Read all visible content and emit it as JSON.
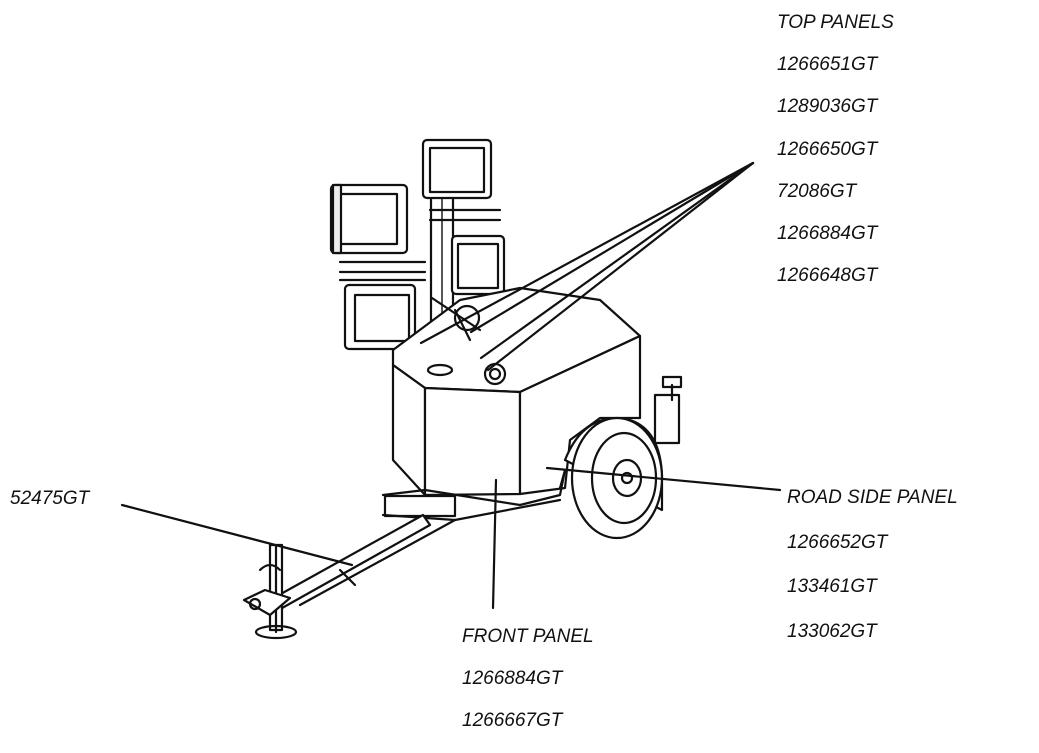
{
  "callouts": {
    "top_panels": {
      "heading": "TOP PANELS",
      "parts": [
        "1266651GT",
        "1289036GT",
        "1266650GT",
        "72086GT",
        "1266884GT",
        "1266648GT"
      ]
    },
    "road_side_panel": {
      "heading": "ROAD SIDE PANEL",
      "parts": [
        "1266652GT",
        "133461GT",
        "133062GT"
      ]
    },
    "front_panel": {
      "heading": "FRONT PANEL",
      "parts": [
        "1266884GT",
        "1266667GT"
      ]
    },
    "tongue": {
      "part": "52475GT"
    }
  }
}
